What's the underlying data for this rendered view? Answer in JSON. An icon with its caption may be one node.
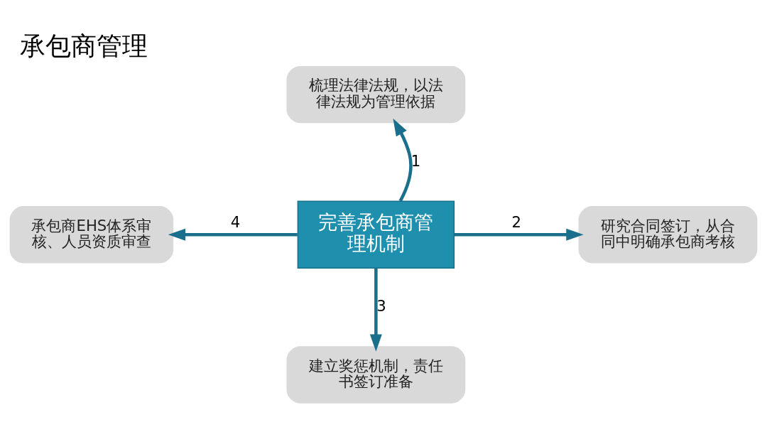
{
  "diagram": {
    "title": "承包商管理",
    "nodes": [
      {
        "text": [
          "梳理法律法规，以法律法规为管理依据"
        ]
      },
      {
        "text": [
          "承包商EHS体系审核、人员资质审查"
        ]
      },
      {
        "text": [
          "完善承包商管理机制"
        ]
      },
      {
        "text": [
          "研究合同签订，从合同中明确承包商考核"
        ]
      },
      {
        "text": [
          "建立奖惩机制，责任书签订准备"
        ]
      }
    ],
    "edges": [
      {
        "from": 2,
        "to": 0,
        "arrow": "to",
        "label": "1"
      },
      {
        "from": 2,
        "to": 3,
        "arrow": "to",
        "label": "2"
      },
      {
        "from": 2,
        "to": 4,
        "arrow": "to",
        "label": "3"
      },
      {
        "from": 2,
        "to": 1,
        "arrow": "to",
        "label": "4"
      }
    ]
  }
}
